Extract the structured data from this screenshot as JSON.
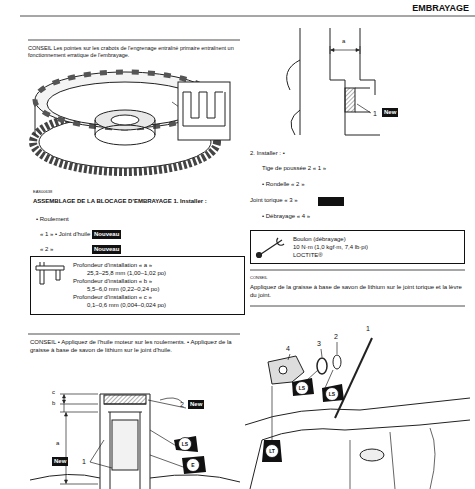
{
  "diagram": {
    "title": "EMBRAYAGE",
    "nodes": [
      {
        "text": [
          "Nouveau"
        ]
      },
      {
        "text": [
          "Nouveau"
        ]
      },
      {
        "text": [
          "Profondeur d'installation « a »",
          "25,3–25,8 mm (1,00–1,02 po)",
          "Profondeur d'installation « b »",
          "5,5–6,0 mm (0,22–0,24 po)",
          "Profondeur d'installation « c »",
          "0,1–0,6 mm (0,004–0,024 po)"
        ]
      },
      {
        "text": [
          "New"
        ]
      },
      {
        "text": [
          "New"
        ]
      },
      {
        "text": [
          "New"
        ]
      },
      {
        "text": [
          "Boulon (débrayage)",
          "10 N·m (1,0 kgf·m, 7,4 lb·pi)",
          "LOCTITE®"
        ]
      }
    ],
    "edges": [],
    "labels": [
      "CONSEIL Les pointes sur les crabots de l'engrenage entraîné primaire entraînent un fonctionnement erratique de l'embrayage.",
      "EAS00638",
      "ASSEMBLAGE DE LA BLOCAGE D'EMBRAYAGE 1. Installer :",
      "• Roulement",
      "« 1 » • Joint d'huile",
      "« 2 »",
      "CONSEIL • Appliquez de l'huile moteur sur les roulements. • Appliquez de la graisse à base de savon de lithium sur le joint d'huile.",
      "c",
      "b",
      "a",
      "2",
      "1",
      "LS",
      "E",
      "a",
      "1",
      "2. Installer : •",
      "Tige de poussée 2 « 1 »",
      "• Rondelle « 2 »",
      "Joint torique « 3 »",
      "• Débrayage « 4 »",
      "CONSEIL",
      "Appliquez de la graisse à base de savon de lithium sur le joint torique et la lèvre du joint.",
      "1",
      "2",
      "3",
      "4",
      "LS",
      "LS",
      "LT"
    ]
  }
}
